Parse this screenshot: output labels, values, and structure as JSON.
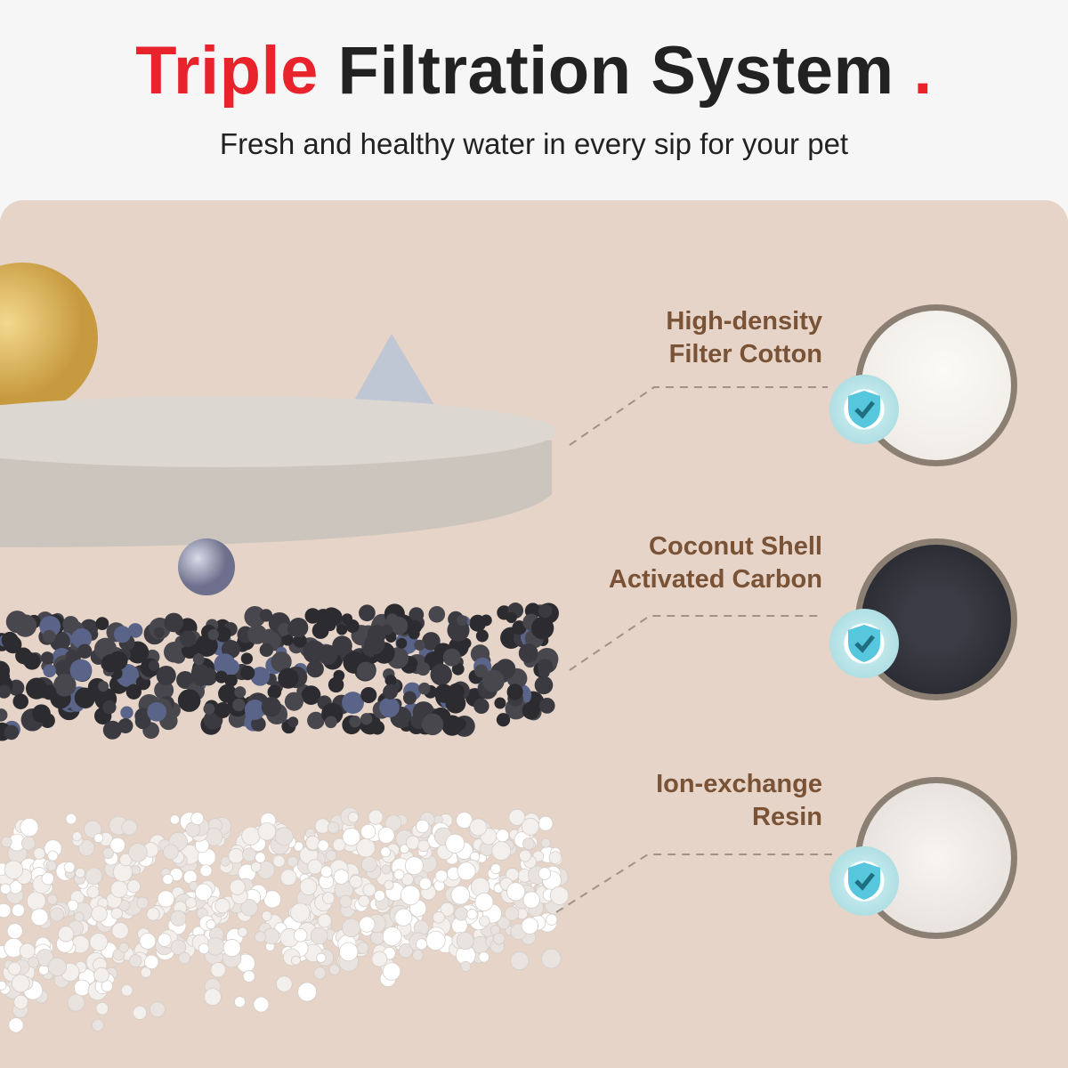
{
  "header": {
    "title_accent": "Triple",
    "title_main": "Filtration System",
    "title_dot": ".",
    "subtitle": "Fresh and healthy water in every sip for your pet"
  },
  "layers": [
    {
      "line1": "High-density",
      "line2": "Filter Cotton",
      "icon": "filter-cotton"
    },
    {
      "line1": "Coconut Shell",
      "line2": "Activated Carbon",
      "icon": "activated-carbon"
    },
    {
      "line1": "Ion-exchange",
      "line2": "Resin",
      "icon": "resin"
    }
  ],
  "colors": {
    "accent": "#e8232c",
    "label": "#7a5236",
    "card": "#e5d4c7"
  }
}
